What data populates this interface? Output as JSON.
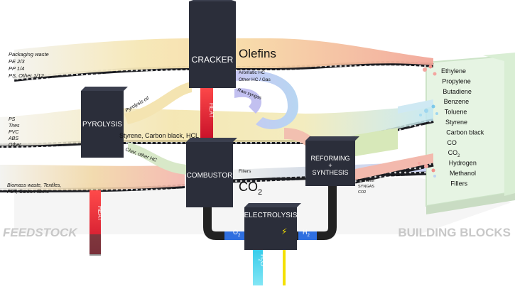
{
  "feedstock_label": "FEEDSTOCK",
  "building_blocks_label": "BUILDING BLOCKS",
  "feedstock_groups": {
    "packaging": [
      "Packaging waste",
      "PE 2/3",
      "PP 1/4",
      "PS, Other 1/12"
    ],
    "mixed": [
      "PS",
      "Tires",
      "PVC",
      "ABS",
      "Other"
    ],
    "biomass": [
      "Biomass waste, Textiles,",
      "PET, Carbon fibers"
    ]
  },
  "units": {
    "cracker": "CRACKER",
    "pyrolysis": "PYROLYSIS",
    "combustor": "COMBUSTOR",
    "reforming": "REFORMING",
    "reforming_plus": "+",
    "synthesis": "SYNTHESIS",
    "electrolysis": "ELECTROLYSIS"
  },
  "flow_labels": {
    "olefins": "Olefins",
    "co2": "CO",
    "co2_sub": "2",
    "styrene_line": "Styrene, Carbon black, HCL",
    "pyrolysis_oil": "Pyrolysis oil",
    "char": "Char, other HC",
    "aromatic": "Aromatic HC",
    "other_hc_gas": "Other HC / Gas",
    "raw_syngas": "Raw syngas",
    "fillers": "Fillers",
    "methanol": "Methanol",
    "syngas": "SYNGAS",
    "co2_small": "CO2"
  },
  "heat_label": "HEAT",
  "pipes": {
    "o2": "O",
    "o2_sub": "2",
    "h2": "H",
    "h2_sub": "2",
    "h2o": "H",
    "h2o_sub": "2",
    "h2o_tail": "O"
  },
  "building_blocks": [
    "Ethylene",
    "Propylene",
    "Butadiene",
    "Benzene",
    "Toluene",
    "Styrene",
    "Carbon black",
    "CO",
    "CO",
    "Hydrogen",
    "Methanol",
    "Fillers"
  ],
  "building_block_subs": [
    "",
    "",
    "",
    "",
    "",
    "",
    "",
    "",
    "2",
    "",
    "",
    ""
  ],
  "colors": {
    "unit_box": "#2b2e3a",
    "heat": "#e0303a",
    "o2": "#2f6fe0",
    "h2o": "#27c6e8",
    "electric": "#f4e000",
    "tray": "#e9f7e6"
  }
}
